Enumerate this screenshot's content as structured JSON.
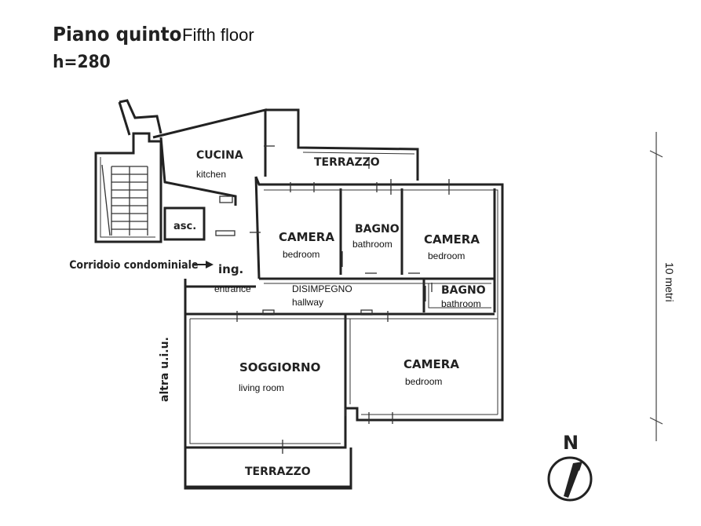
{
  "header": {
    "title_it": "Piano quinto",
    "title_en": "Fifth floor",
    "height_label": "h=280"
  },
  "rooms": {
    "cucina": {
      "label": "CUCINA",
      "translation": "kitchen"
    },
    "terrazzo_top": {
      "label": "TERRAZZO"
    },
    "asc": {
      "label": "asc."
    },
    "camera_1": {
      "label": "CAMERA",
      "translation": "bedroom"
    },
    "bagno_1": {
      "label": "BAGNO",
      "translation": "bathroom"
    },
    "camera_2": {
      "label": "CAMERA",
      "translation": "bedroom"
    },
    "bagno_2": {
      "label": "BAGNO",
      "translation": "bathroom"
    },
    "corridoio": {
      "label": "Corridoio condominiale"
    },
    "ingresso": {
      "label": "ing.",
      "translation": "entrance"
    },
    "disimpegno": {
      "label": "DISIMPEGNO",
      "translation": "hallway"
    },
    "soggiorno": {
      "label": "SOGGIORNO",
      "translation": "living room"
    },
    "camera_3": {
      "label": "CAMERA",
      "translation": "bedroom"
    },
    "terrazzo_bottom": {
      "label": "TERRAZZO"
    },
    "altra_uiu": {
      "label": "altra u.i.u."
    }
  },
  "scale": {
    "label": "10 metri"
  },
  "compass": {
    "label": "N"
  }
}
